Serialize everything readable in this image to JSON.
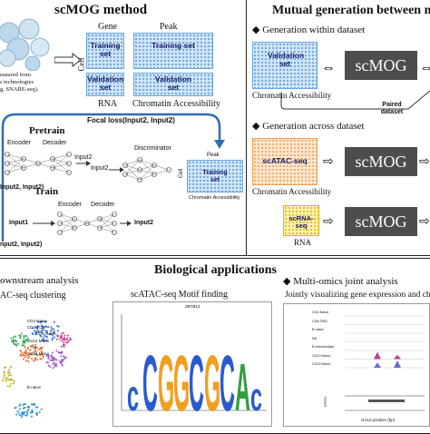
{
  "colors": {
    "accent_blue": "#2a6fb8",
    "grid_blue": "#cfe4f7",
    "grid_orange": "#fde6cf",
    "grid_yellow": "#fff2b0",
    "scmog_box": "#4d4d4d"
  },
  "left_panel": {
    "title": "scMOG method",
    "gene_header": "Gene",
    "peak_header": "Peak",
    "cell_label": "Cell",
    "training_set": "Training set",
    "validation_set": "Validation set",
    "rna_label": "RNA",
    "chromatin_label": "Chromatin Accessibility",
    "source_note_1": "easured from",
    "source_note_2": "s technologies",
    "source_note_3": "g, SNARE-seq).",
    "focal_loss": "Focal loss(Input2, Input2)",
    "pretrain": "Pretrain",
    "train": "Train",
    "encoder": "Encoder",
    "decoder": "Decoder",
    "discriminator": "Discriminator",
    "input2_a": "Input2",
    "input2_b": "Input2",
    "input2_c": "Input2",
    "input1": "Input1",
    "input2_pair": "Input2, Input2)",
    "bottom_pair": "nput2, Input2)",
    "small_peak": "Peak",
    "small_cell": "Cell",
    "small_training": "Training set",
    "small_chromatin": "Chromatin Accessibility"
  },
  "right_panel": {
    "title": "Mutual generation between m",
    "within_header": "Generation within dataset",
    "across_header": "Generation across dataset",
    "validation_set": "Validation set",
    "chromatin_1": "Chromatin Accessibility",
    "paired_dataset": "Paired dataset",
    "scatac": "scATAC-seq",
    "chromatin_2": "Chromatin Accessibility",
    "scrna": "scRNA-seq",
    "rna": "RNA",
    "scmog": "scMOG",
    "diamond": "◆"
  },
  "bottom_panel": {
    "title": "Biological applications",
    "downstream": "ownstream analysis",
    "clustering": "AC-seq clustering",
    "motif_title": "scATAC-seq Motif finding",
    "motif_small": "ZBTB14",
    "motif_letters": [
      "c",
      "C",
      "G",
      "G",
      "C",
      "G",
      "C",
      "A",
      "c"
    ],
    "multiomics": "Multi-omics joint analysis",
    "joint_vis": "Jointly visualizing gene expression and chr",
    "umap_labels": [
      "CD4 Naive",
      "CD4 TCM",
      "CD8 Naive",
      "CD14 Mono",
      "NK",
      "CD16 Mono",
      "B naive"
    ],
    "track_labels": [
      "CD4 Naive",
      "CD8 TEM",
      "B naive",
      "NK",
      "B intermediate",
      "CD14 Mono",
      "CD16 Mono"
    ],
    "axis_label": "chr12 position (bp)",
    "genes_label": "Genes"
  }
}
